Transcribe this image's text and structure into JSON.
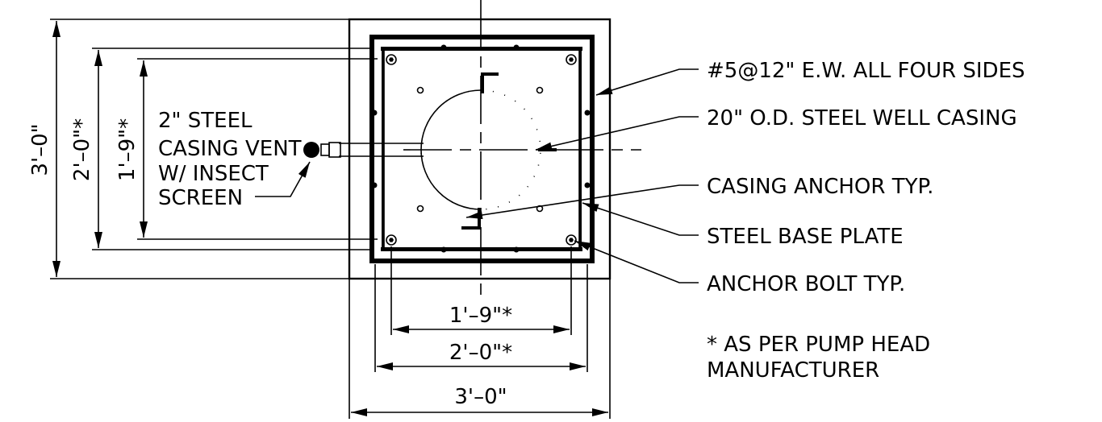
{
  "dimensions": {
    "left_outer": "3'–0\"",
    "left_middle": "2'–0\"*",
    "left_inner": "1'–9\"*",
    "bottom_inner": "1'–9\"*",
    "bottom_middle": "2'–0\"*",
    "bottom_outer": "3'–0\""
  },
  "left_callout": [
    "2\" STEEL",
    "CASING VENT",
    "W/ INSECT",
    "SCREEN"
  ],
  "callouts": [
    "#5@12\" E.W. ALL FOUR SIDES",
    "20\" O.D. STEEL WELL CASING",
    "CASING ANCHOR TYP.",
    "STEEL BASE PLATE",
    "ANCHOR BOLT TYP."
  ],
  "note": [
    "* AS PER PUMP HEAD",
    "MANUFACTURER"
  ]
}
